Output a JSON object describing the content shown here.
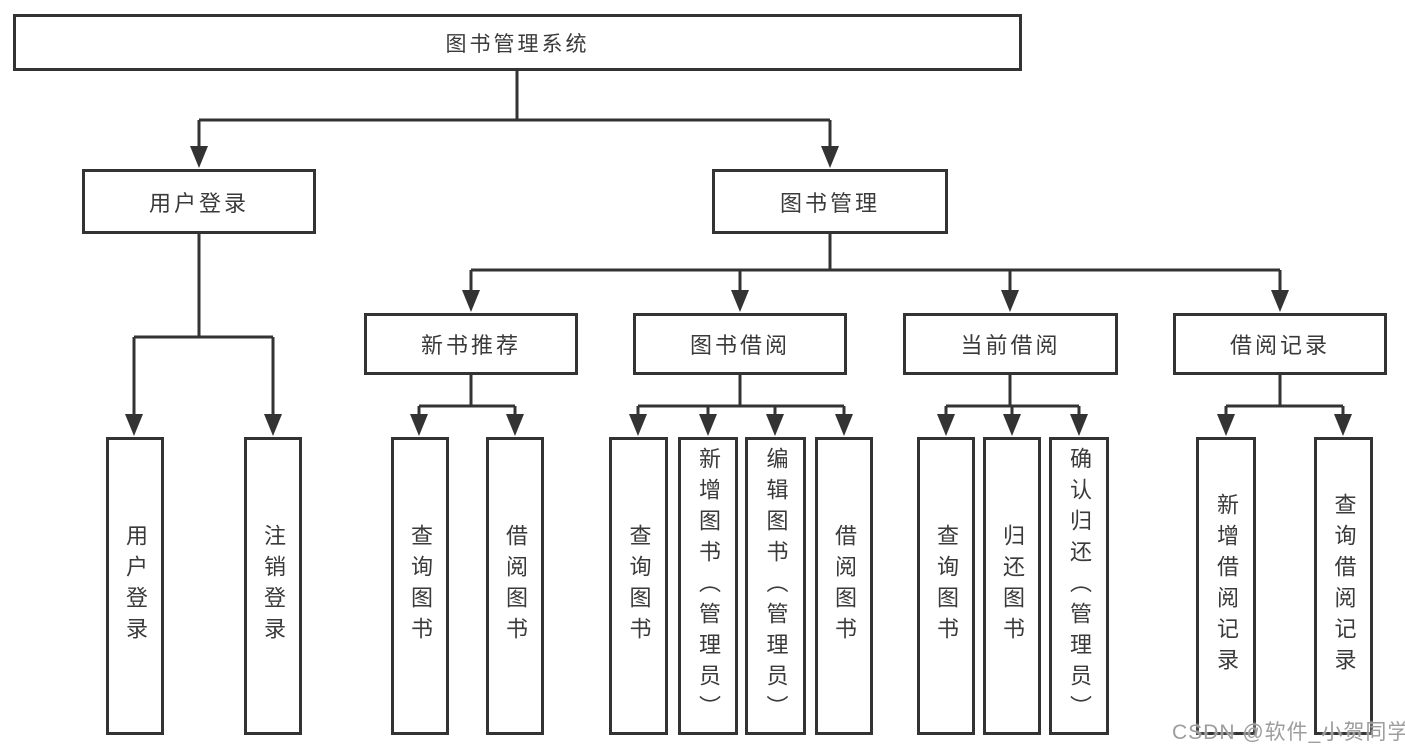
{
  "tree": {
    "root": "图书管理系统",
    "user": {
      "label": "用户登录",
      "children": [
        "用户登录",
        "注销登录"
      ]
    },
    "book": {
      "label": "图书管理",
      "groups": [
        {
          "label": "新书推荐",
          "children": [
            "查询图书",
            "借阅图书"
          ]
        },
        {
          "label": "图书借阅",
          "children": [
            "查询图书",
            "新增图书（管理员）",
            "编辑图书（管理员）",
            "借阅图书"
          ]
        },
        {
          "label": "当前借阅",
          "children": [
            "查询图书",
            "归还图书",
            "确认归还（管理员）"
          ]
        },
        {
          "label": "借阅记录",
          "children": [
            "新增借阅记录",
            "查询借阅记录"
          ]
        }
      ]
    }
  },
  "watermark": "CSDN @软件_小贺同学",
  "colors": {
    "line": "#333333",
    "text": "#3a3a3a",
    "watermark": "#9d9d9d",
    "background": "#ffffff"
  }
}
